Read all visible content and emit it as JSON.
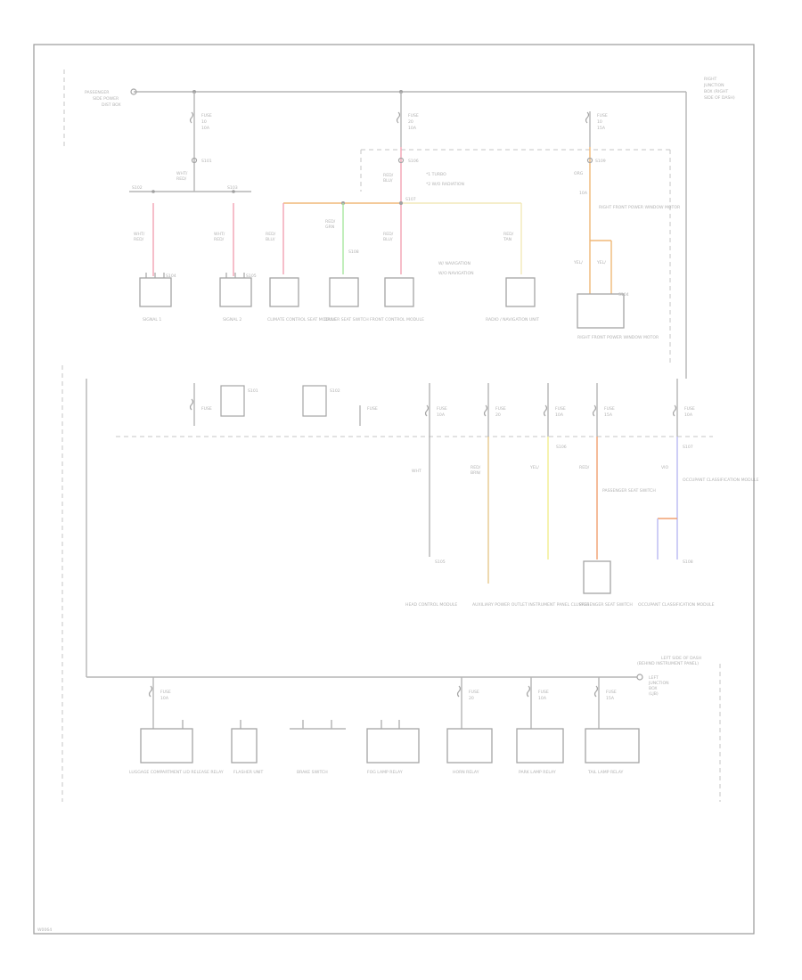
{
  "diagram": {
    "header_left": [
      "PASSENGER",
      "SIDE POWER",
      "DIST BOX"
    ],
    "header_right": [
      "RIGHT",
      "JUNCTION",
      "BOX (RIGHT",
      "SIDE OF DASH)"
    ],
    "footer_right": [
      "LEFT SIDE OF DASH",
      "(BEHIND INSTRUMENT PANEL)"
    ],
    "footer_label": [
      "LEFT",
      "JUNCTION",
      "BOX",
      "(LJB)"
    ],
    "fuse_labels": {
      "fuse": "FUSE",
      "f_a": "10",
      "f_b": "10A",
      "f_c": "20",
      "f_d": "15A"
    },
    "splice_labels": [
      "S101",
      "S102",
      "S103",
      "S104",
      "S105",
      "S106",
      "S107",
      "S108",
      "S109"
    ],
    "wire_codes": [
      "RED/",
      "BLU/",
      "YEL/",
      "WHT/",
      "BRN/",
      "ORG",
      "GRN",
      "TAN",
      "VIO",
      "WHT"
    ],
    "note_top": [
      "*1 TURBO",
      "*2 W/O RADIATION"
    ],
    "note_mid": [
      "W/ NAVIGATION",
      "W/O NAVIGATION"
    ],
    "components_top": [
      "SIGNAL 1",
      "SIGNAL 2",
      "CLIMATE CONTROL SEAT MODULE",
      "DRIVER SEAT SWITCH",
      "FRONT CONTROL MODULE",
      "RADIO / NAVIGATION UNIT",
      "RIGHT FRONT POWER WINDOW MOTOR"
    ],
    "components_mid": [
      "HEAD CONTROL MODULE",
      "AUXILIARY POWER OUTLET",
      "INSTRUMENT PANEL CLUSTER",
      "PASSENGER SEAT SWITCH",
      "OCCUPANT CLASSIFICATION MODULE"
    ],
    "components_bottom": [
      "LUGGAGE COMPARTMENT LID RELEASE RELAY",
      "FLASHER UNIT",
      "BRAKE SWITCH",
      "FOG LAMP RELAY",
      "HORN RELAY",
      "PARK LAMP RELAY",
      "TAIL LAMP RELAY"
    ],
    "corner_code": "W0064"
  }
}
